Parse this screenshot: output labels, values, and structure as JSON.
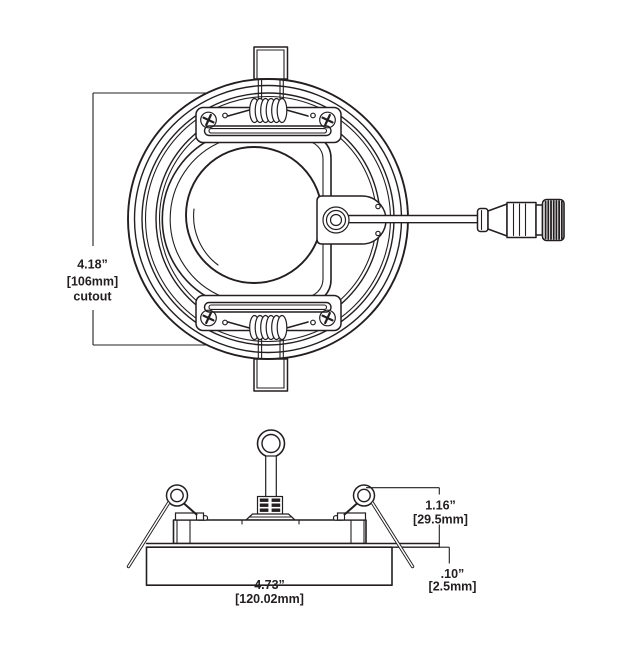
{
  "colors": {
    "line": "#231f20",
    "background": "#ffffff"
  },
  "drawing": {
    "dimensions": {
      "cutout": {
        "value": "4.18”",
        "metric": "[106mm]",
        "note": "cutout"
      },
      "height": {
        "value": "1.16”",
        "metric": "[29.5mm]"
      },
      "lip": {
        "value": ".10”",
        "metric": "[2.5mm]"
      },
      "width": {
        "value": "4.73”",
        "metric": "[120.02mm]"
      }
    }
  }
}
